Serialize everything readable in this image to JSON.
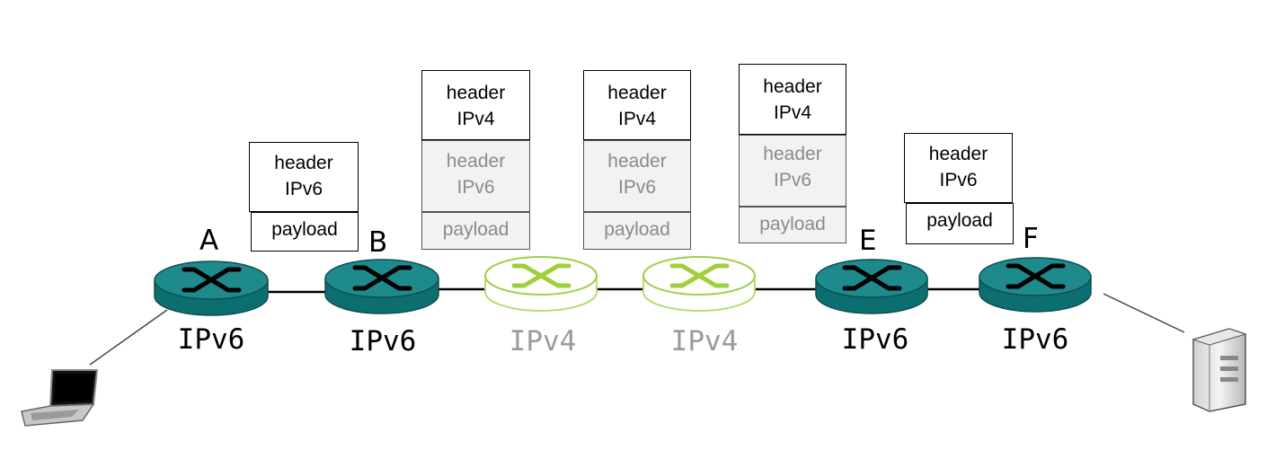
{
  "nodes": [
    {
      "letter": "A",
      "protocol": "IPv6"
    },
    {
      "letter": "B",
      "protocol": "IPv6"
    },
    {
      "letter": "",
      "protocol": "IPv4"
    },
    {
      "letter": "",
      "protocol": "IPv4"
    },
    {
      "letter": "E",
      "protocol": "IPv6"
    },
    {
      "letter": "F",
      "protocol": "IPv6"
    }
  ],
  "packets": {
    "plain": {
      "header_line1": "header",
      "header_line2": "IPv6",
      "payload": "payload"
    },
    "tunneled": {
      "outer_line1": "header",
      "outer_line2": "IPv4",
      "inner_line1": "header",
      "inner_line2": "IPv6",
      "payload": "payload"
    }
  },
  "colors": {
    "ipv6_router": "#1f8a8c",
    "ipv6_router_dark": "#0d5f61",
    "ipv4_router_outline": "#9fd04a",
    "ipv4_router_fill": "#ffffff",
    "ipv4_text": "#9a9a9a",
    "encapsulated_fill": "#f2f2f2"
  },
  "icons": {
    "client": "laptop-icon",
    "server": "server-tower-icon",
    "router": "router-icon"
  }
}
